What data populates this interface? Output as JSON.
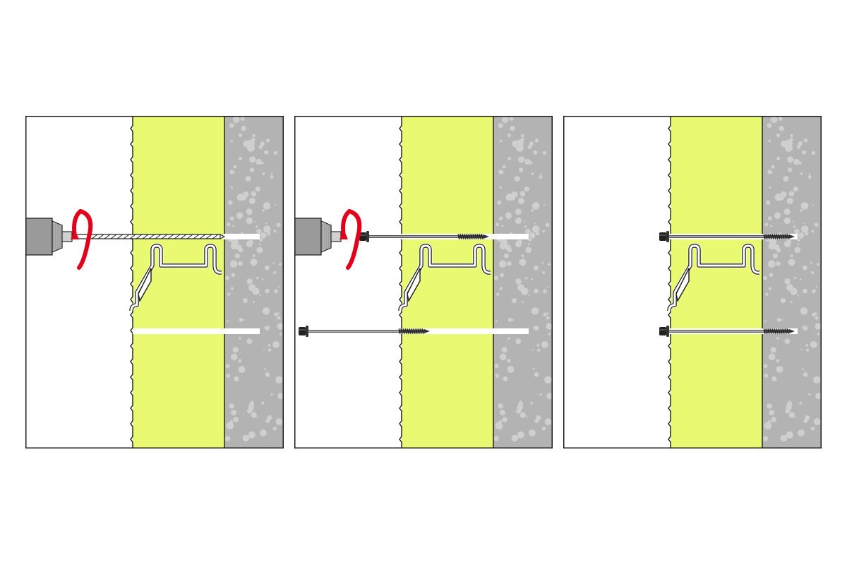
{
  "title": "",
  "colors": {
    "background": "#ffffff",
    "insulation": "#e9f971",
    "concrete": "#b3b3b3",
    "concrete_speckle": "#cfcfcf",
    "outline": "#1a1a1a",
    "rotation_arrow": "#e3001b",
    "drill_body": "#9a9a9a",
    "bore_hole": "#ffffff"
  },
  "panels": [
    {
      "step": 1,
      "tool": "drill-with-bit",
      "rotation": true,
      "upper_hole": "drilling",
      "lower_hole": "drilled",
      "upper_fastener": "none",
      "lower_fastener": "none",
      "icons": [
        "drill-icon",
        "drill-bit-icon",
        "rotation-arrow-icon",
        "mounting-profile-icon"
      ]
    },
    {
      "step": 2,
      "tool": "screwdriver",
      "rotation": true,
      "upper_hole": "drilled",
      "lower_hole": "drilled",
      "upper_fastener": "inserting",
      "lower_fastener": "inserting",
      "icons": [
        "drill-icon",
        "screw-icon",
        "rotation-arrow-icon",
        "mounting-profile-icon"
      ]
    },
    {
      "step": 3,
      "tool": "none",
      "rotation": false,
      "upper_hole": "filled",
      "lower_hole": "filled",
      "upper_fastener": "installed",
      "lower_fastener": "installed",
      "icons": [
        "screw-icon",
        "mounting-profile-icon"
      ]
    }
  ]
}
